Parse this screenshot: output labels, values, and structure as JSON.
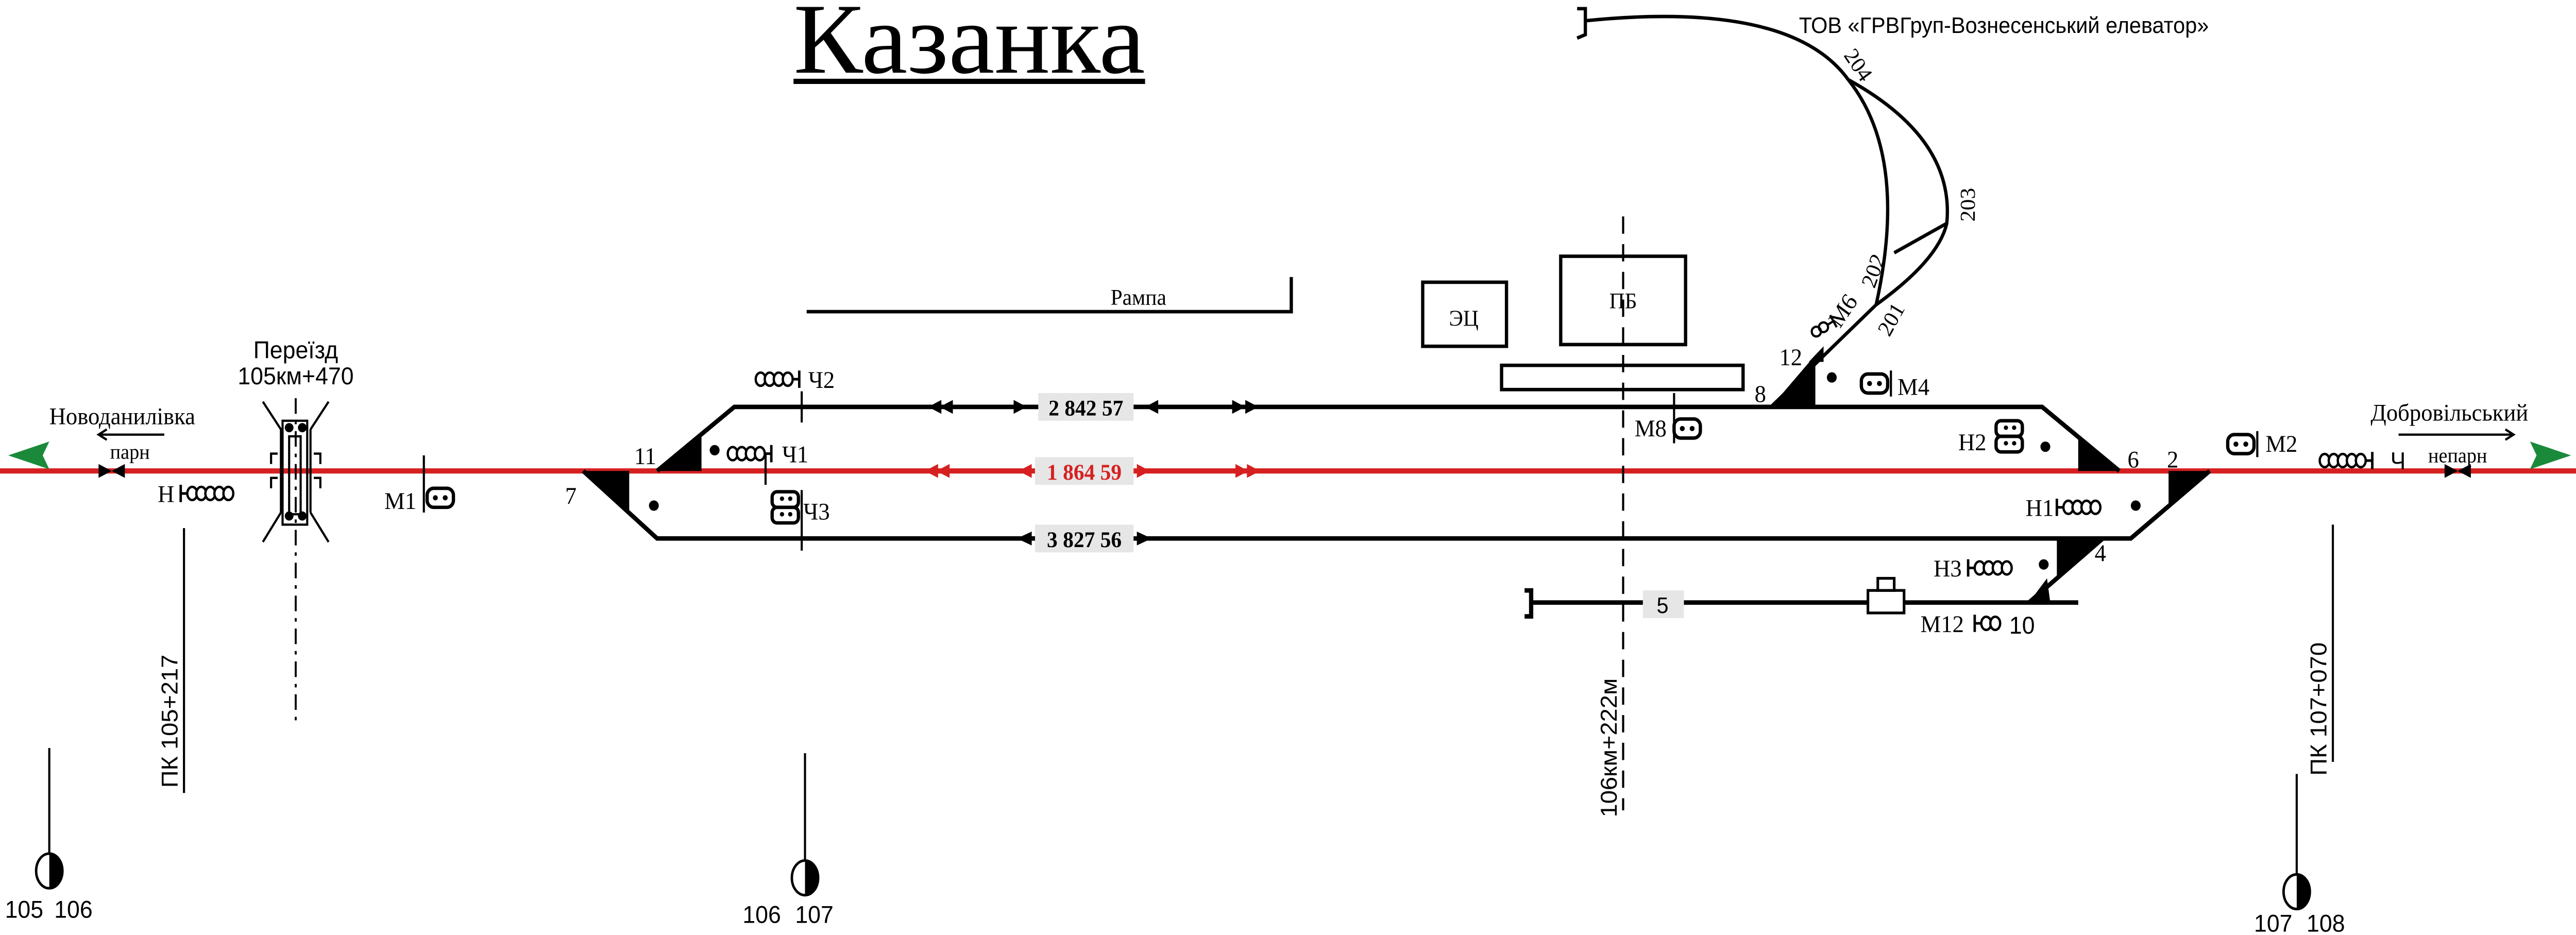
{
  "title": "Казанка",
  "colors": {
    "main_track": "#d62020",
    "direction_arrow": "#1a8a3a",
    "track": "#000000",
    "length_box": "#e6e6e6"
  },
  "directions": {
    "left": {
      "station": "Новоданилівка",
      "label": "парн"
    },
    "right": {
      "station": "Добровільський",
      "label": "непарн"
    }
  },
  "crossing": {
    "title": "Переїзд",
    "km": "105км+470"
  },
  "picket_left": "ПК 105+217",
  "picket_right": "ПК 107+070",
  "station_axis": "106км+222м",
  "company": "ТОВ «ГРВГруп-Вознесенський елеватор»",
  "buildings": {
    "ramp": "Рампа",
    "ec": "ЭЦ",
    "pb": "ПБ"
  },
  "tracks": {
    "track2_length": "2 842 57",
    "track1_length": "1 864 59",
    "track3_length": "3 827 56",
    "track5": "5"
  },
  "switches": [
    "2",
    "4",
    "6",
    "7",
    "8",
    "10",
    "11",
    "12",
    "201",
    "202",
    "203",
    "204"
  ],
  "signals": {
    "n": "Н",
    "m1": "М1",
    "ch1": "Ч1",
    "ch2": "Ч2",
    "ch3": "Ч3",
    "m8": "М8",
    "m6": "М6",
    "m4": "М4",
    "n2": "Н2",
    "n1": "Н1",
    "n3": "Н3",
    "m12": "М12",
    "m2": "М2",
    "ch": "Ч"
  },
  "km_posts": [
    {
      "left": "105",
      "right": "106"
    },
    {
      "left": "106",
      "right": "107"
    },
    {
      "left": "107",
      "right": "108"
    }
  ]
}
